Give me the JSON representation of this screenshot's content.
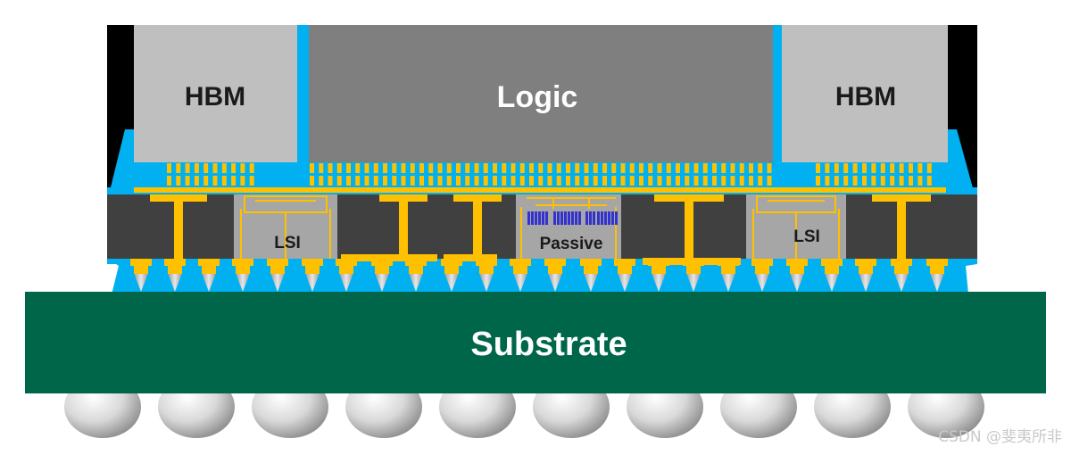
{
  "labels": {
    "hbm_left": "HBM",
    "logic": "Logic",
    "hbm_right": "HBM",
    "lsi_left": "LSI",
    "passive": "Passive",
    "lsi_right": "LSI",
    "substrate": "Substrate"
  },
  "watermark": "CSDN @斐夷所非",
  "colors": {
    "mold": "#000000",
    "underfill": "#00b0f0",
    "hbm": "#bfbfbf",
    "logic": "#7f7f7f",
    "interposer": "#404040",
    "bridge": "#a6a6a6",
    "copper": "#ffc000",
    "passive_component": "#3333cc",
    "substrate": "#00664a",
    "solder_ball": "#d9d9d9",
    "label_dark": "#1a1a1a",
    "label_light": "#ffffff"
  }
}
